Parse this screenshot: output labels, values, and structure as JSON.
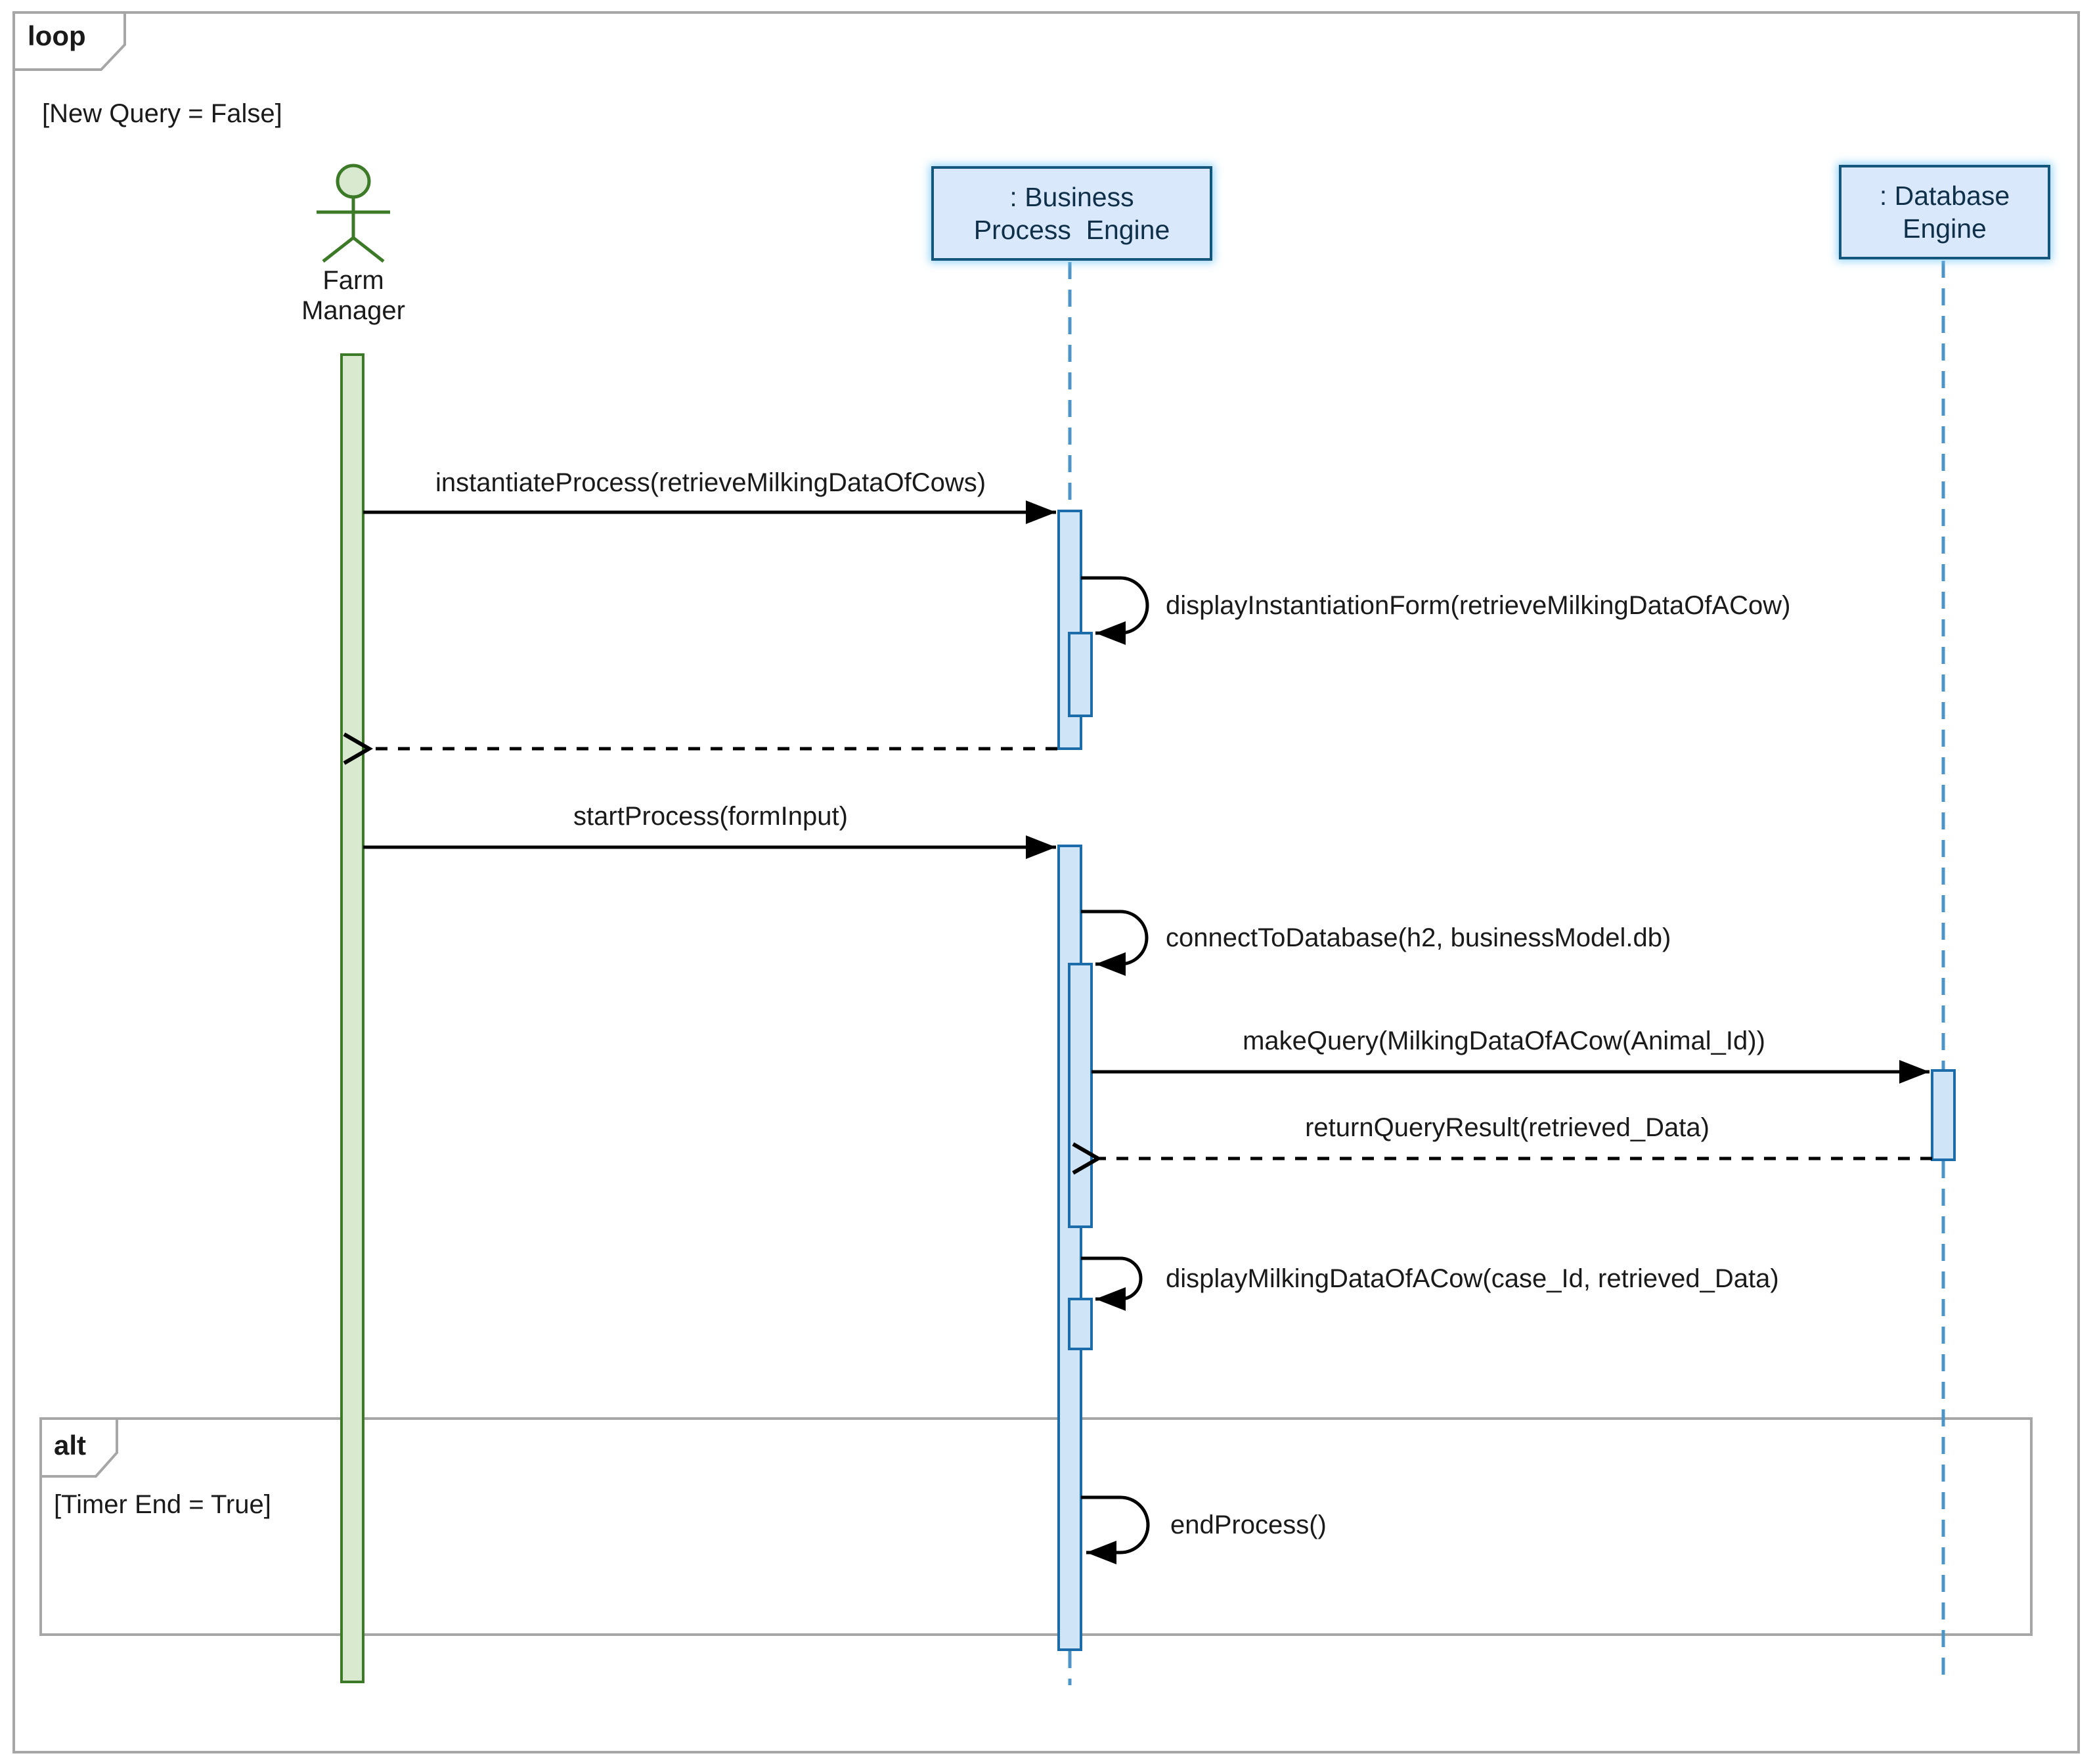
{
  "diagram": {
    "type": "uml-sequence-diagram",
    "frames": {
      "loop": {
        "label": "loop",
        "guard": "[New Query = False]"
      },
      "alt": {
        "label": "alt",
        "guard": "[Timer End = True]"
      }
    },
    "participants": [
      {
        "id": "farm-manager",
        "kind": "actor",
        "label": "Farm\nManager"
      },
      {
        "id": "business-process-engine",
        "kind": "object",
        "label": ": Business\nProcess  Engine"
      },
      {
        "id": "database-engine",
        "kind": "object",
        "label": ": Database\nEngine"
      }
    ],
    "messages": [
      {
        "from": "farm-manager",
        "to": "business-process-engine",
        "kind": "sync",
        "label": "instantiateProcess(retrieveMilkingDataOfCows)"
      },
      {
        "from": "business-process-engine",
        "to": "business-process-engine",
        "kind": "self",
        "label": "displayInstantiationForm(retrieveMilkingDataOfACow)"
      },
      {
        "from": "business-process-engine",
        "to": "farm-manager",
        "kind": "return",
        "label": ""
      },
      {
        "from": "farm-manager",
        "to": "business-process-engine",
        "kind": "sync",
        "label": "startProcess(formInput)"
      },
      {
        "from": "business-process-engine",
        "to": "business-process-engine",
        "kind": "self",
        "label": "connectToDatabase(h2, businessModel.db)"
      },
      {
        "from": "business-process-engine",
        "to": "database-engine",
        "kind": "sync",
        "label": "makeQuery(MilkingDataOfACow(Animal_Id))"
      },
      {
        "from": "database-engine",
        "to": "business-process-engine",
        "kind": "return",
        "label": "returnQueryResult(retrieved_Data)"
      },
      {
        "from": "business-process-engine",
        "to": "business-process-engine",
        "kind": "self",
        "label": "displayMilkingDataOfACow(case_Id, retrieved_Data)"
      },
      {
        "from": "business-process-engine",
        "to": "business-process-engine",
        "kind": "self",
        "label": "endProcess()"
      }
    ],
    "colors": {
      "actor_green_border": "#3c7a28",
      "actor_green_fill": "#d8e9cf",
      "object_blue_border": "#15567d",
      "object_blue_fill": "#d9e9fb",
      "activation_fill": "#cfe5f7",
      "activation_border": "#1b6ca8",
      "lifeline_blue": "#4d94c7",
      "frame_border": "#a6a6a6",
      "message_line": "#000000",
      "text": "#1a1a1a"
    }
  }
}
